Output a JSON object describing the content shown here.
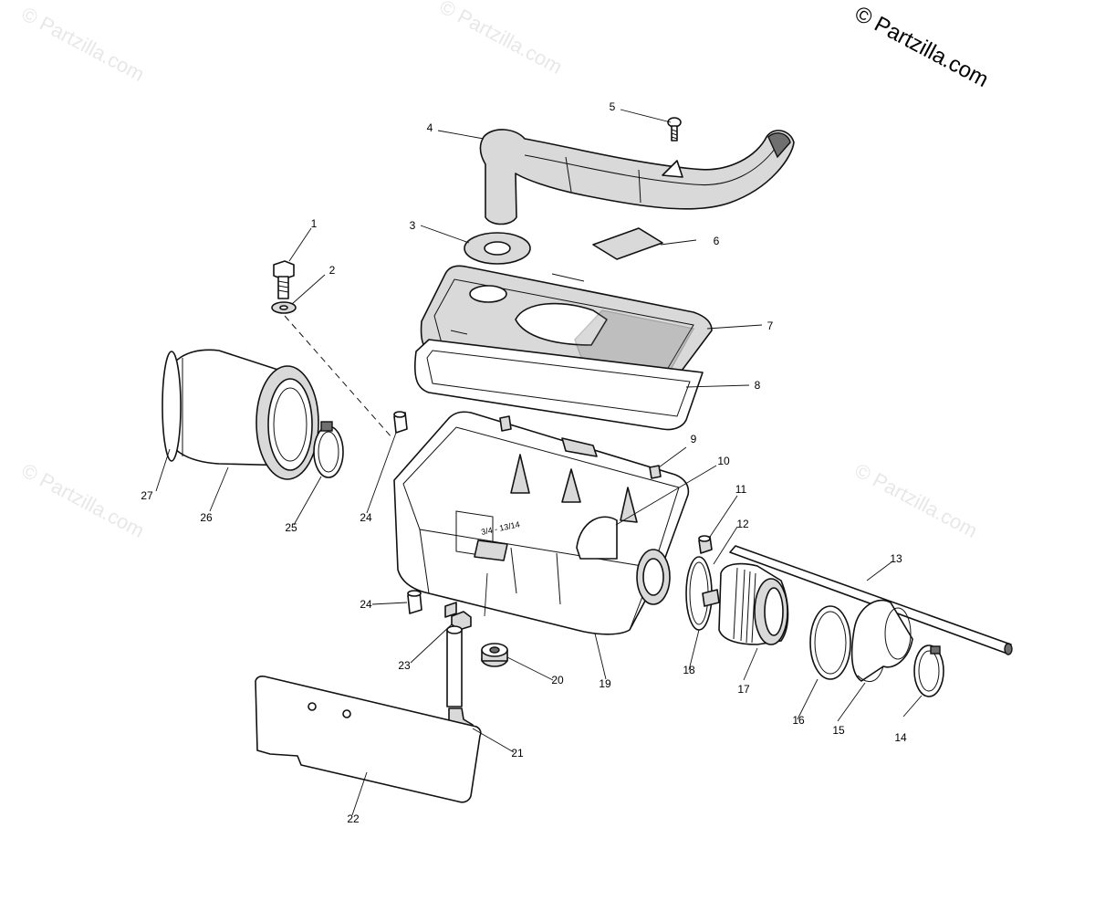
{
  "copyright": "© Partzilla.com",
  "watermark": "© Partzilla.com",
  "part_labels": {
    "p1": "1",
    "p2": "2",
    "p3": "3",
    "p4": "4",
    "p5": "5",
    "p6": "6",
    "p7": "7",
    "p8": "8",
    "p9": "9",
    "p10": "10",
    "p11": "11",
    "p12": "12",
    "p13": "13",
    "p14": "14",
    "p15": "15",
    "p16": "16",
    "p17": "17",
    "p18": "18",
    "p19": "19",
    "p20": "20",
    "p21": "21",
    "p22": "22",
    "p23": "23",
    "p24a": "24",
    "p24b": "24",
    "p25": "25",
    "p26": "26",
    "p27": "27"
  },
  "embossed_text": "3/4 - 13/14"
}
